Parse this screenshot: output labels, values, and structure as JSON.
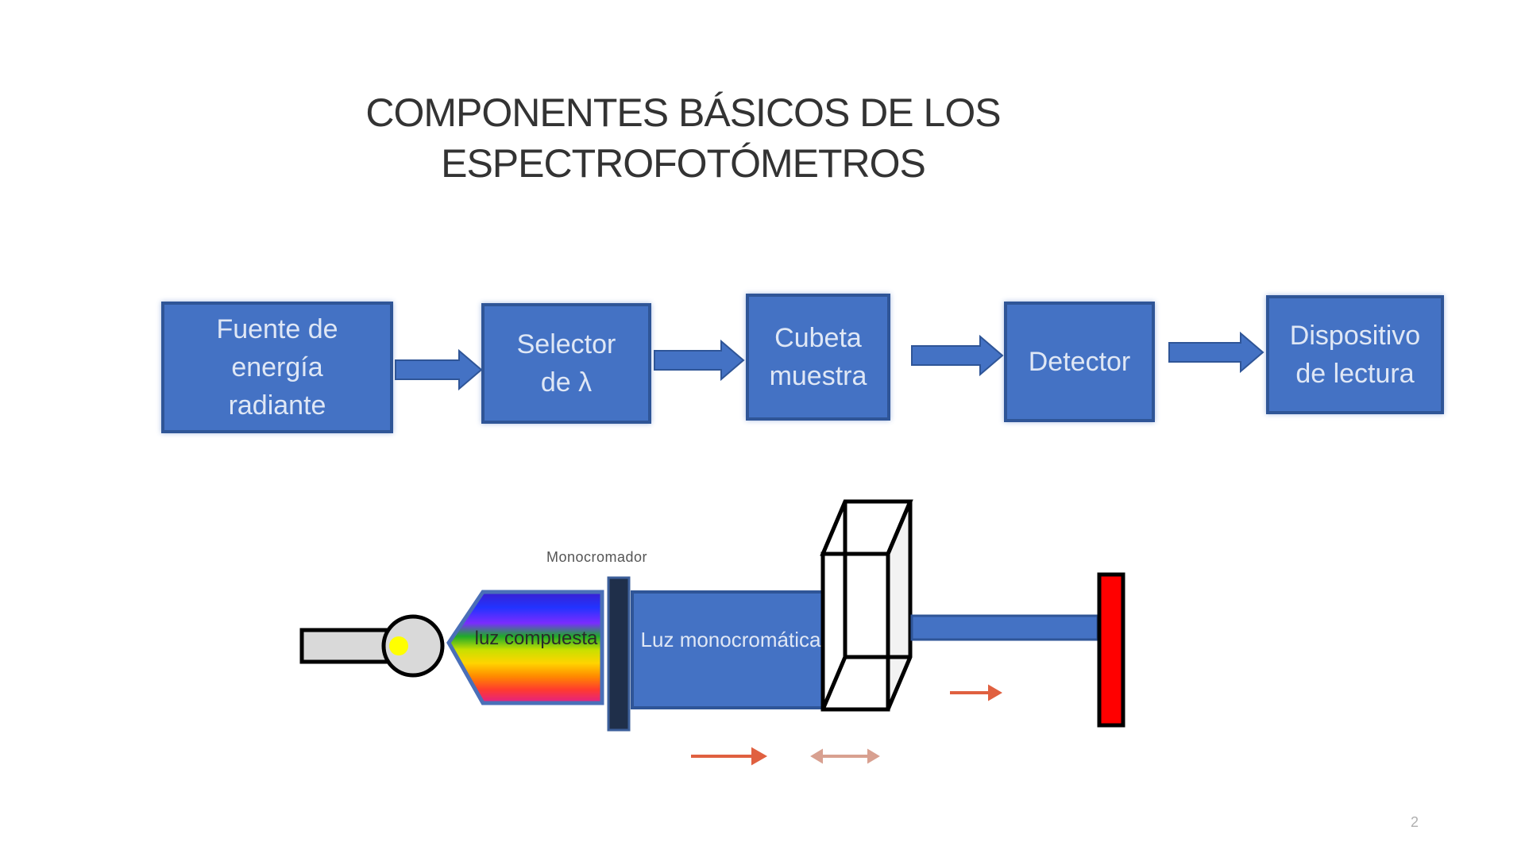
{
  "title": {
    "line1": "COMPONENTES BÁSICOS DE LOS",
    "line2": "ESPECTROFOTÓMETROS"
  },
  "flow": {
    "boxes": [
      {
        "label": "Fuente de energía radiante"
      },
      {
        "label": "Selector de λ"
      },
      {
        "label": "Cubeta muestra"
      },
      {
        "label": "Detector"
      },
      {
        "label": "Dispositivo de lectura"
      }
    ]
  },
  "instrument": {
    "monochromator_label": "Monocromador",
    "spectrum_label": "luz compuesta",
    "mono_light_label": "Luz monocromática"
  },
  "colors": {
    "box_fill": "#4472C4",
    "box_border": "#2F5597",
    "detector_red": "#FF0000",
    "small_arrow": "#E06040"
  },
  "page_number": "2"
}
